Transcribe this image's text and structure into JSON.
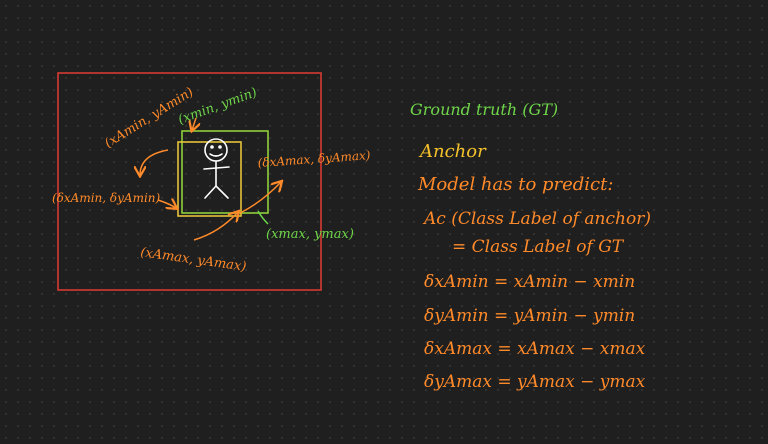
{
  "colors": {
    "background": "#1f1f1f",
    "anchor_box": "#d63a32",
    "gt_box": "#8ed03a",
    "pred_box": "#e6c23a",
    "label_orange": "#ff8a2a",
    "label_green": "#6fd64a",
    "label_yellow": "#f4c12a",
    "figure": "#ffffff"
  },
  "diagram": {
    "corner_anchor_min": "(xAmin, yAmin)",
    "corner_gt_min": "(xmin, ymin)",
    "offset_max": "(δxAmax, δyAmax)",
    "offset_min": "(δxAmin, δyAmin)",
    "corner_gt_max": "(xmax, ymax)",
    "corner_anchor_max": "(xAmax, yAmax)"
  },
  "notes": {
    "ground_truth": "Ground truth (GT)",
    "anchor": "Anchor",
    "model_predict": "Model has to predict:",
    "class_label_anchor": "Ac (Class Label of anchor)",
    "class_label_gt": "= Class Label of GT",
    "eq1": "δxAmin = xAmin − xmin",
    "eq2": "δyAmin = yAmin − ymin",
    "eq3": "δxAmax = xAmax − xmax",
    "eq4": "δyAmax = yAmax − ymax"
  }
}
